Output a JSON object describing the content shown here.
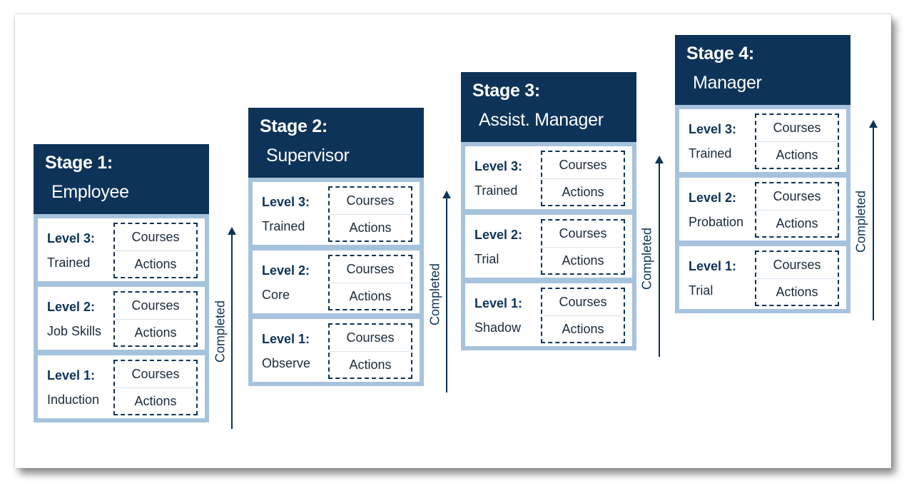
{
  "stages": [
    {
      "title": "Stage 1:",
      "role": "Employee",
      "levels": [
        {
          "name": "Level 3:",
          "desc": "Trained",
          "courses": "Courses",
          "actions": "Actions"
        },
        {
          "name": "Level 2:",
          "desc": "Job Skills",
          "courses": "Courses",
          "actions": "Actions"
        },
        {
          "name": "Level 1:",
          "desc": "Induction",
          "courses": "Courses",
          "actions": "Actions"
        }
      ]
    },
    {
      "title": "Stage 2:",
      "role": "Supervisor",
      "levels": [
        {
          "name": "Level 3:",
          "desc": "Trained",
          "courses": "Courses",
          "actions": "Actions"
        },
        {
          "name": "Level 2:",
          "desc": "Core",
          "courses": "Courses",
          "actions": "Actions"
        },
        {
          "name": "Level 1:",
          "desc": "Observe",
          "courses": "Courses",
          "actions": "Actions"
        }
      ]
    },
    {
      "title": "Stage 3:",
      "role": "Assist. Manager",
      "levels": [
        {
          "name": "Level 3:",
          "desc": "Trained",
          "courses": "Courses",
          "actions": "Actions"
        },
        {
          "name": "Level 2:",
          "desc": "Trial",
          "courses": "Courses",
          "actions": "Actions"
        },
        {
          "name": "Level 1:",
          "desc": "Shadow",
          "courses": "Courses",
          "actions": "Actions"
        }
      ]
    },
    {
      "title": "Stage 4:",
      "role": "Manager",
      "levels": [
        {
          "name": "Level 3:",
          "desc": "Trained",
          "courses": "Courses",
          "actions": "Actions"
        },
        {
          "name": "Level 2:",
          "desc": "Probation",
          "courses": "Courses",
          "actions": "Actions"
        },
        {
          "name": "Level 1:",
          "desc": "Trial",
          "courses": "Courses",
          "actions": "Actions"
        }
      ]
    }
  ],
  "arrow_label": "Completed",
  "colors": {
    "header": "#0d3358",
    "stage_border": "#a6c3dd",
    "text": "#1a2a3a"
  }
}
